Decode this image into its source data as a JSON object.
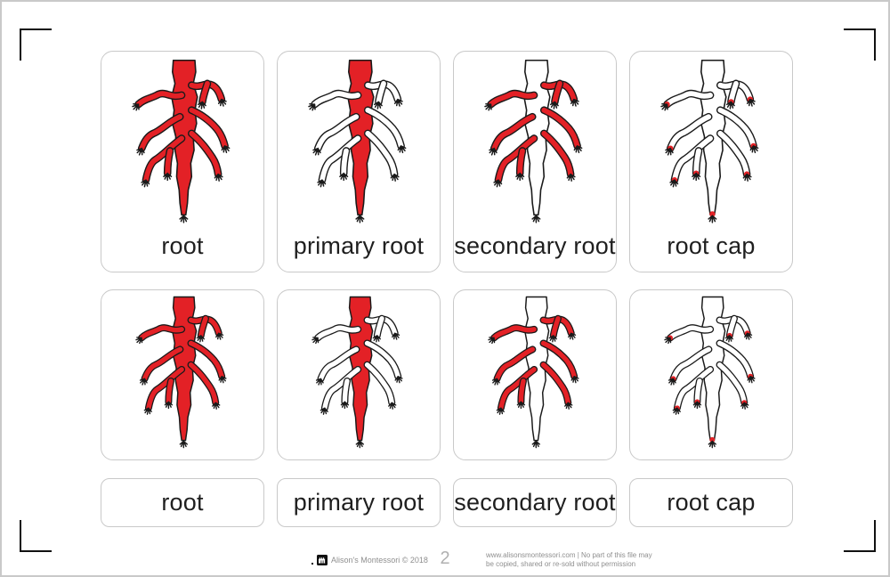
{
  "colors": {
    "red": "#e32126",
    "outline": "#1a1a1a",
    "white": "#ffffff"
  },
  "cards": {
    "labeled": [
      {
        "label": "root",
        "variant": "root"
      },
      {
        "label": "primary root",
        "variant": "primary"
      },
      {
        "label": "secondary root",
        "variant": "secondary"
      },
      {
        "label": "root cap",
        "variant": "cap"
      }
    ],
    "pictures": [
      {
        "variant": "root"
      },
      {
        "variant": "primary"
      },
      {
        "variant": "secondary"
      },
      {
        "variant": "cap"
      }
    ],
    "label_cards": [
      "root",
      "primary root",
      "secondary root",
      "root cap"
    ]
  },
  "footer": {
    "brand": "Alison's Montessori © 2018",
    "page_number": "2",
    "notice_line1": "www.alisonsmontessori.com | No part of this file may",
    "notice_line2": "be copied, shared or re-sold without permission"
  }
}
